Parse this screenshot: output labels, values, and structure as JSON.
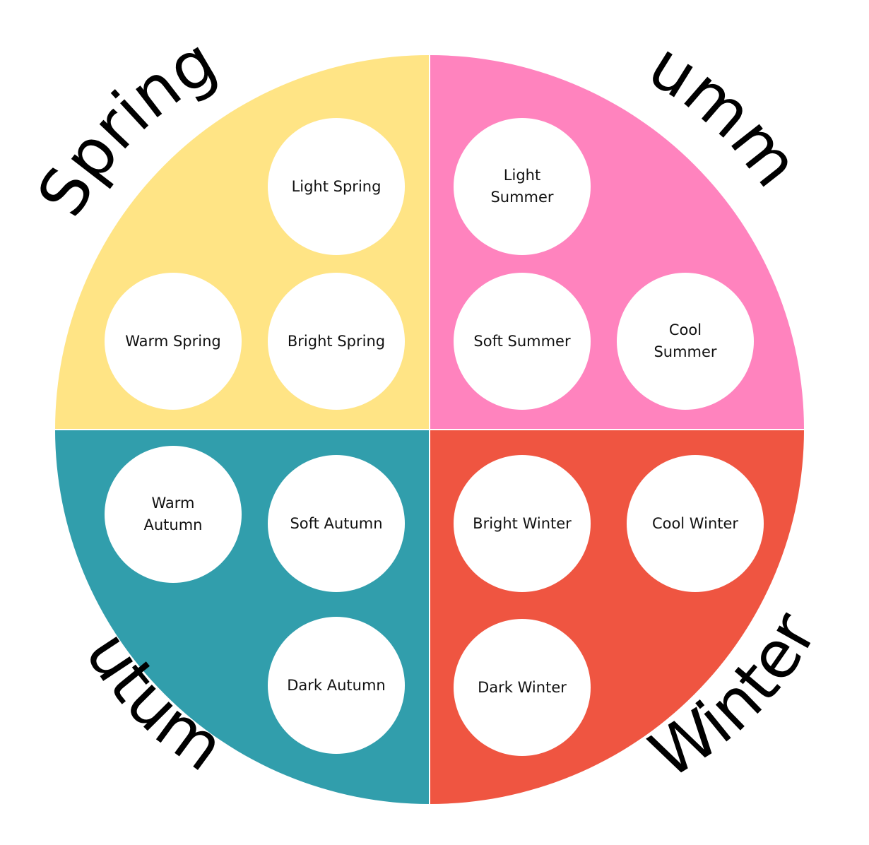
{
  "seasons": {
    "spring": {
      "title": "Spring",
      "color": "#FFE485"
    },
    "summer": {
      "title": "Summer",
      "color": "#FF83BE"
    },
    "autumn": {
      "title": "Autumn",
      "color": "#319EAC"
    },
    "winter": {
      "title": "Winter",
      "color": "#EF5541"
    }
  },
  "chips": {
    "light_spring": "Light Spring",
    "warm_spring": "Warm Spring",
    "bright_spring": "Bright Spring",
    "light_summer": "Light Summer",
    "soft_summer": "Soft Summer",
    "cool_summer": "Cool Summer",
    "warm_autumn": "Warm Autumn",
    "soft_autumn": "Soft Autumn",
    "dark_autumn": "Dark Autumn",
    "bright_winter": "Bright Winter",
    "cool_winter": "Cool Winter",
    "dark_winter": "Dark Winter"
  }
}
